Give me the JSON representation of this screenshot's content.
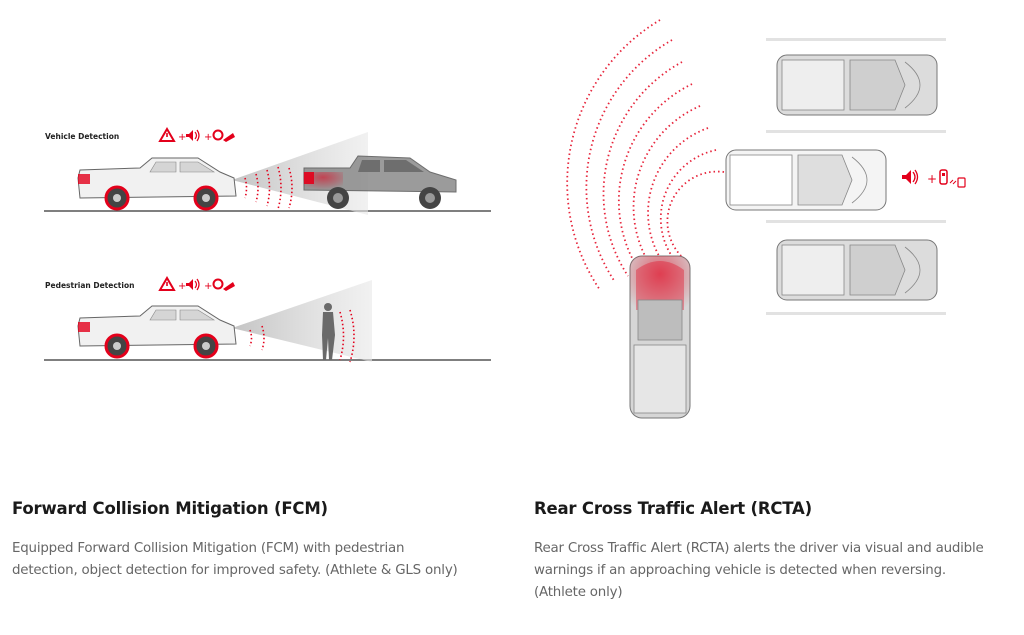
{
  "diagram": {
    "vehicle_detection_label": "Vehicle Detection",
    "pedestrian_detection_label": "Pedestrian Detection",
    "alert_plus": "+",
    "accent_color": "#e3001b",
    "icons": [
      "warning-triangle-icon",
      "speaker-icon",
      "brake-pedal-icon",
      "key-fob-icon"
    ]
  },
  "features": [
    {
      "title": "Forward Collision Mitigation (FCM)",
      "description_lines": [
        "Equipped Forward Collision Mitigation (FCM) with pedestrian",
        "detection, object detection for improved safety. (Athlete & GLS only)"
      ]
    },
    {
      "title": "Rear Cross Traffic Alert (RCTA)",
      "description_lines": [
        "Rear Cross Traffic Alert (RCTA) alerts the driver via visual and audible",
        "warnings if an approaching vehicle is detected when reversing.",
        "(Athlete only)"
      ]
    }
  ]
}
